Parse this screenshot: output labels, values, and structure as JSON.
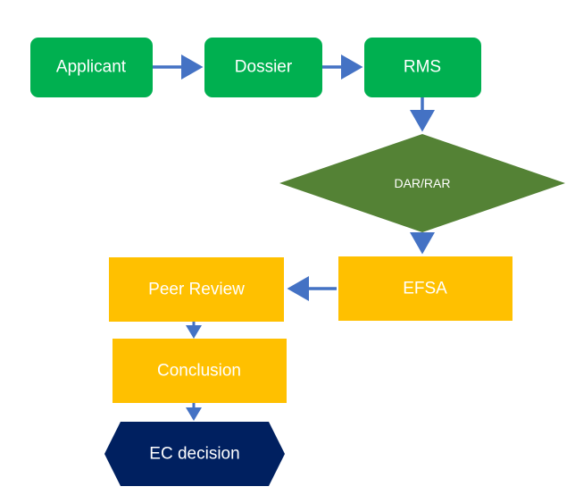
{
  "nodes": {
    "applicant": {
      "label": "Applicant"
    },
    "dossier": {
      "label": "Dossier"
    },
    "rms": {
      "label": "RMS"
    },
    "dar_rar": {
      "label": "DAR/RAR"
    },
    "efsa": {
      "label": "EFSA"
    },
    "peer_review": {
      "label": "Peer Review"
    },
    "conclusion": {
      "label": "Conclusion"
    },
    "ec_decision": {
      "label": "EC decision"
    }
  },
  "colors": {
    "green": "#00b050",
    "dark_green": "#548235",
    "gold": "#ffc000",
    "navy": "#002060",
    "arrow": "#4472c4"
  }
}
